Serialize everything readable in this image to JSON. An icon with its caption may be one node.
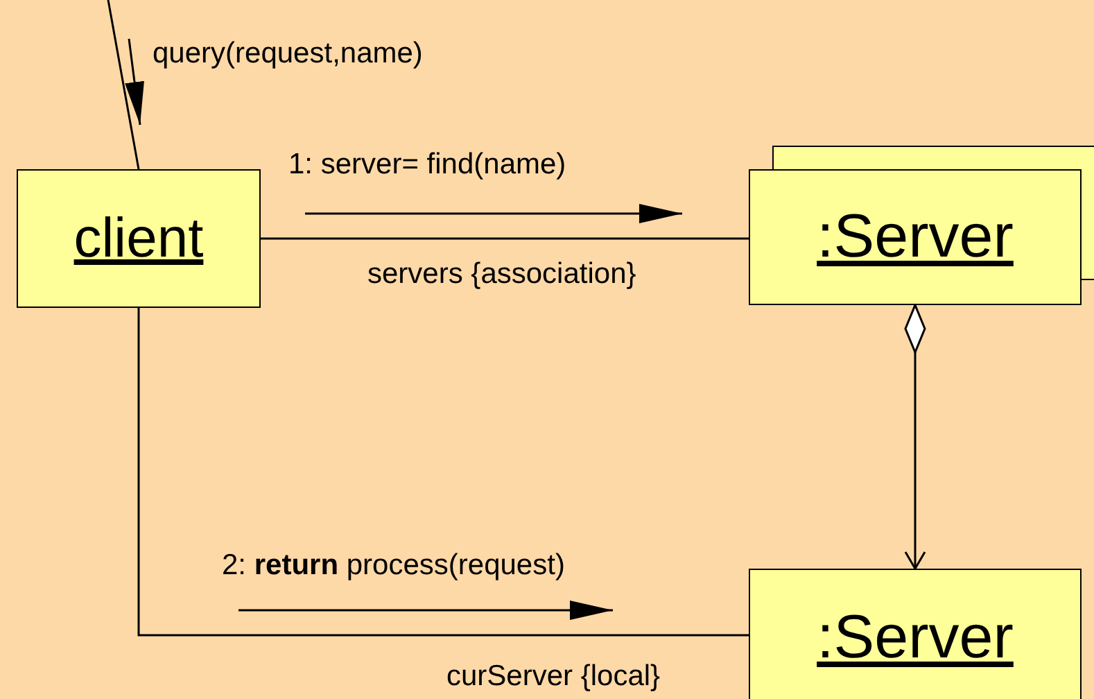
{
  "diagram": {
    "nodes": [
      {
        "text": [
          "client"
        ]
      },
      {
        "text": [
          ":Server"
        ]
      },
      {
        "text": [
          ":Server"
        ]
      }
    ],
    "edges": [
      {
        "from": null,
        "to": 0,
        "arrow": "none"
      },
      {
        "from": 0,
        "to": 1,
        "arrow": "none"
      },
      {
        "from": 1,
        "to": 2,
        "arrow": "to"
      },
      {
        "from": 0,
        "to": 2,
        "arrow": "none"
      }
    ],
    "labels": [
      "query(request,name)",
      "1: server= find(name)",
      "servers {association}",
      "2: **return** process(request)",
      "curServer {local}"
    ]
  }
}
